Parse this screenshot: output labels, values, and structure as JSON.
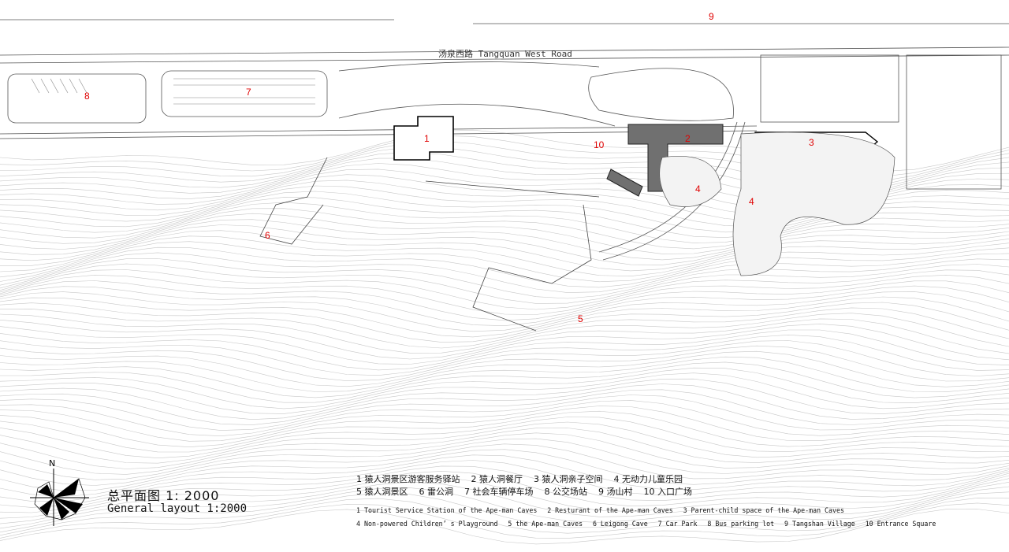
{
  "road_label": "汤泉西路 Tangquan West Road",
  "markers": [
    "1",
    "2",
    "3",
    "4",
    "4",
    "5",
    "6",
    "7",
    "8",
    "9",
    "10"
  ],
  "title": {
    "cn": "总平面图 1: 2000",
    "en": "General layout 1:2000"
  },
  "north_label": "N",
  "legend_cn": {
    "row1": [
      "1 猿人洞景区游客服务驿站",
      "2 猿人洞餐厅",
      "3 猿人洞亲子空间",
      "4 无动力儿童乐园"
    ],
    "row2": [
      "5 猿人洞景区",
      "6 雷公洞",
      "7 社会车辆停车场",
      "8 公交场站",
      "9 汤山村",
      "10 入口广场"
    ]
  },
  "legend_en": {
    "row1": [
      "1 Tourist Service Station of the Ape-man Caves",
      "2 Resturant of the Ape-man Caves",
      "3 Parent-child space of the Ape-man Caves"
    ],
    "row2": [
      "4 Non-powered Children’ s Playground",
      "5 the Ape-man Caves",
      "6 Leigong Cave",
      "7 Car Park",
      "8 Bus parking lot",
      "9 Tangshan Village",
      "10 Entrance Square"
    ]
  },
  "colors": {
    "marker": "#e00000",
    "building_dark": "#707070",
    "line": "#444444"
  }
}
